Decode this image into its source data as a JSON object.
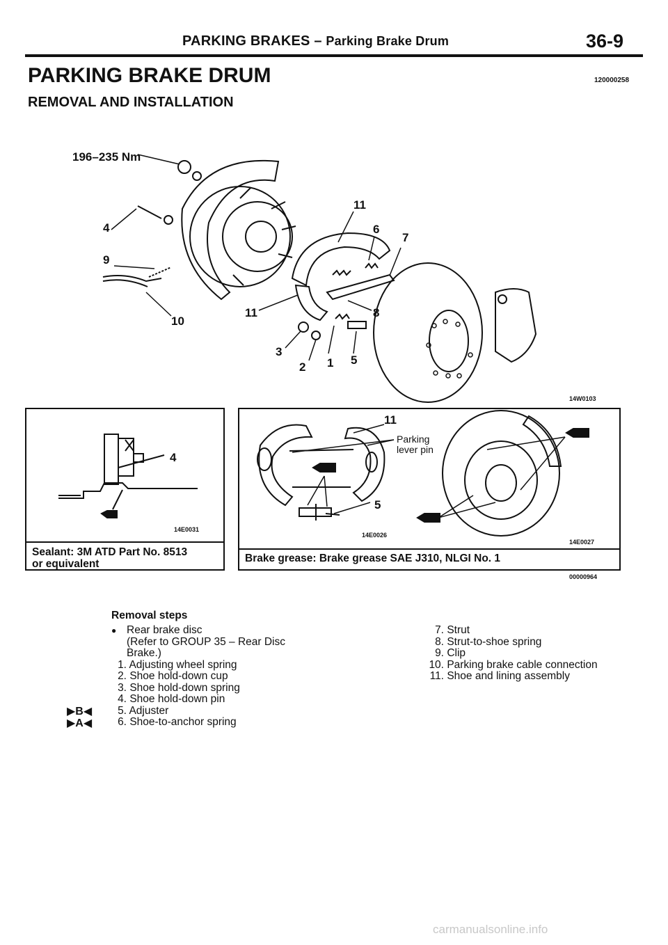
{
  "header": {
    "section": "PARKING BRAKES",
    "dash": "–",
    "subsection": "Parking Brake Drum",
    "page_number": "36-9"
  },
  "title": "PARKING BRAKE DRUM",
  "subtitle": "REMOVAL AND INSTALLATION",
  "doc_code": "120000258",
  "main_diagram": {
    "torque_label": "196–235 Nm",
    "callouts": [
      "4",
      "9",
      "10",
      "11",
      "6",
      "7",
      "11",
      "8",
      "3",
      "2",
      "1",
      "5"
    ],
    "figure_code": "14W0103"
  },
  "sealant_panel": {
    "callout": "4",
    "figure_code": "14E0031",
    "caption_line1": "Sealant: 3M ATD Part No. 8513",
    "caption_line2": "or equivalent"
  },
  "grease_panel": {
    "callout_top": "11",
    "callout_bottom": "5",
    "parking_label_line1": "Parking",
    "parking_label_line2": "lever pin",
    "figure_code_left": "14E0026",
    "figure_code_right": "14E0027",
    "caption": "Brake grease: Brake grease SAE J310, NLGI No. 1"
  },
  "group_code": "00000964",
  "removal": {
    "heading": "Removal steps",
    "bullet": "●",
    "first_line1": "Rear brake disc",
    "first_line2": "(Refer to GROUP 35 – Rear Disc",
    "first_line3": "Brake.)",
    "left_steps": [
      {
        "num": "1.",
        "text": "Adjusting wheel spring"
      },
      {
        "num": "2.",
        "text": "Shoe hold-down cup"
      },
      {
        "num": "3.",
        "text": "Shoe hold-down spring"
      },
      {
        "num": "4.",
        "text": "Shoe hold-down pin"
      },
      {
        "num": "5.",
        "text": "Adjuster"
      },
      {
        "num": "6.",
        "text": "Shoe-to-anchor spring"
      }
    ],
    "markers": [
      "▶B◀",
      "▶A◀"
    ],
    "right_steps": [
      {
        "num": "7.",
        "text": "Strut"
      },
      {
        "num": "8.",
        "text": "Strut-to-shoe spring"
      },
      {
        "num": "9.",
        "text": "Clip"
      },
      {
        "num": "10.",
        "text": "Parking brake cable connection"
      },
      {
        "num": "11.",
        "text": "Shoe and lining assembly"
      }
    ]
  },
  "watermark": "carmanualsonline.info"
}
